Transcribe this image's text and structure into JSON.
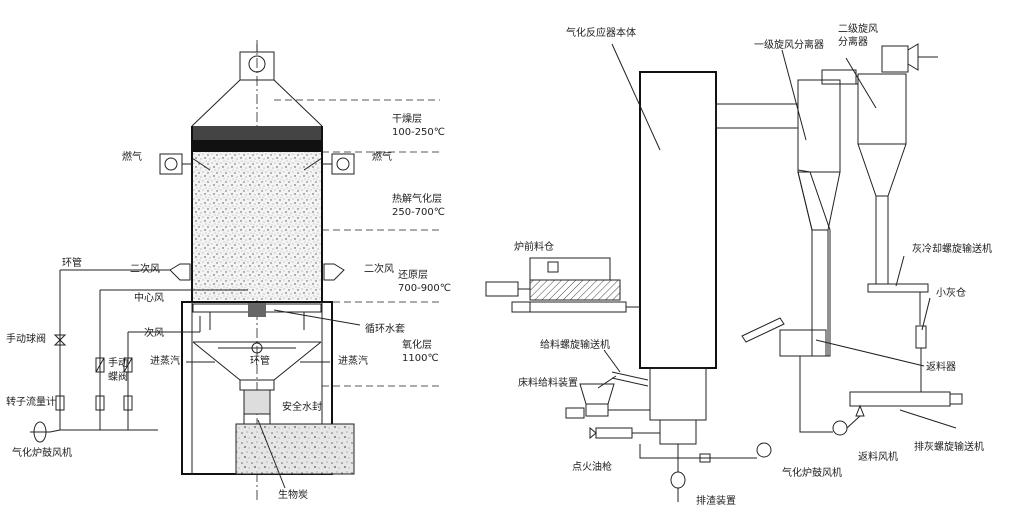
{
  "left_diagram": {
    "labels": {
      "dry_layer": "干燥层",
      "dry_temp": "100-250℃",
      "gas_left": "燃气",
      "gas_right": "燃气",
      "pyrolysis_layer": "热解气化层",
      "pyrolysis_temp": "250-700℃",
      "ring_pipe": "环管",
      "secondary_air_left": "二次风",
      "secondary_air_right": "二次风",
      "reduction_layer": "还原层",
      "reduction_temp": "700-900℃",
      "center_air": "中心风",
      "primary_air": "一次风",
      "circulating_jacket": "循环水套",
      "manual_ball_valve": "手动球阀",
      "manual_butterfly_valve_1": "手动",
      "manual_butterfly_valve_2": "蝶阀",
      "oxidation_layer": "氧化层",
      "oxidation_temp": "1100℃",
      "steam_in_left": "进蒸汽",
      "ring_pipe_center": "环管",
      "steam_in_right": "进蒸汽",
      "rotameter": "转子流量计",
      "safety_water_seal": "安全水封",
      "blower": "气化炉鼓风机",
      "biochar": "生物炭"
    }
  },
  "right_diagram": {
    "labels": {
      "reactor_body": "气化反应器本体",
      "cyclone_1": "一级旋风分离器",
      "cyclone_2_line1": "二级旋风",
      "cyclone_2_line2": "分离器",
      "ash_cooling_conveyor": "灰冷却螺旋输送机",
      "pre_furnace_bin": "炉前料仓",
      "small_ash_bin": "小灰仓",
      "feed_screw_conveyor": "给料螺旋输送机",
      "return_feeder": "返料器",
      "bed_material_feeder": "床料给料装置",
      "ash_discharge_conveyor": "排灰螺旋输送机",
      "return_air_blower": "返料风机",
      "ignition_oil_gun": "点火油枪",
      "gasifier_blower": "气化炉鼓风机",
      "slag_discharge": "排渣装置"
    }
  }
}
